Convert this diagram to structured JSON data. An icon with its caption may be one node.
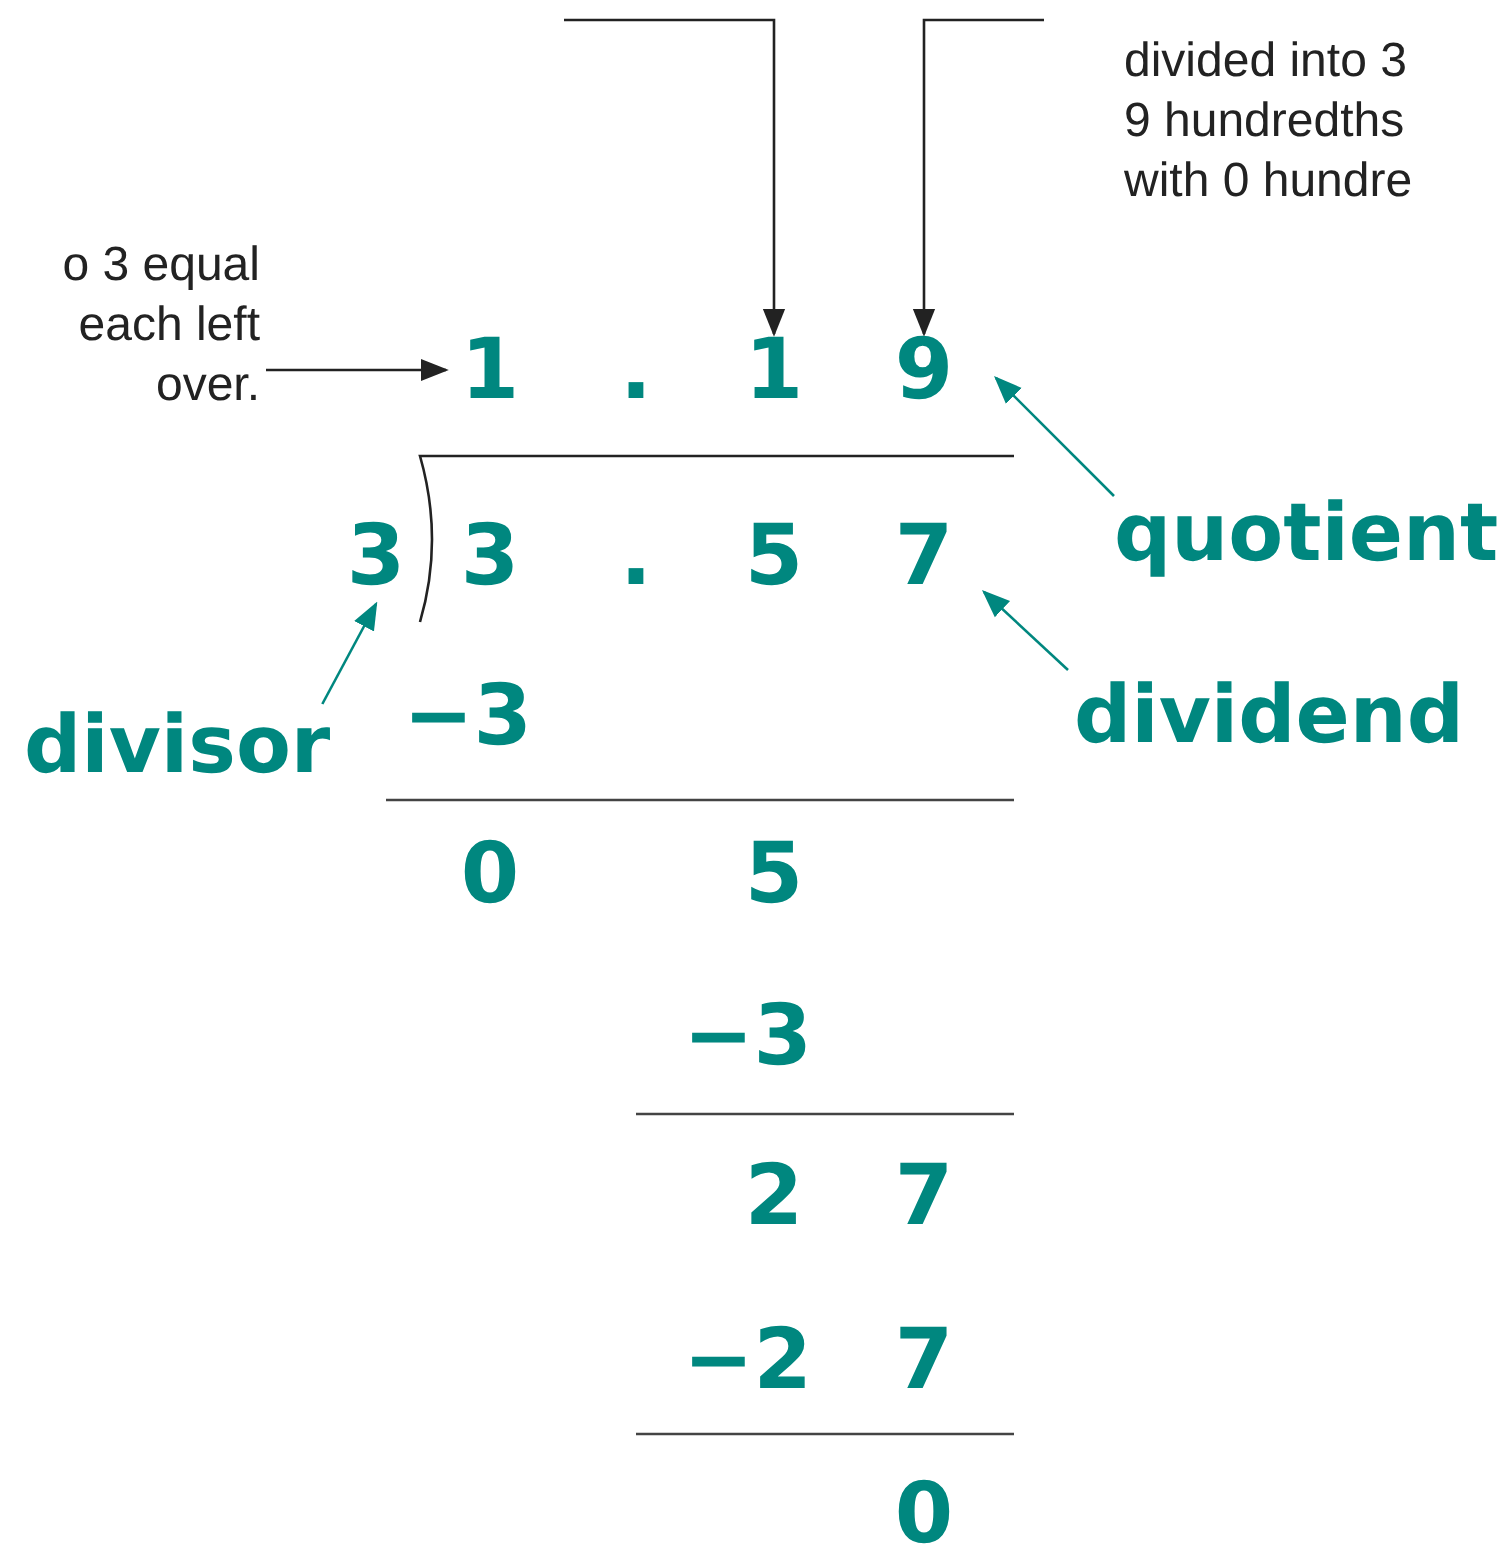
{
  "diagram": {
    "nodes": [
      {
        "text": [
          "o 3 equal each left over."
        ]
      },
      {
        "text": [
          "divided into 3 9 hundredths with 0 hundre"
        ]
      },
      {
        "text": [
          "1"
        ]
      },
      {
        "text": [
          "1"
        ]
      },
      {
        "text": [
          "9"
        ]
      },
      {
        "text": [
          "3"
        ]
      },
      {
        "text": [
          "7"
        ]
      },
      {
        "text": [
          "quotient"
        ]
      },
      {
        "text": [
          "dividend"
        ]
      },
      {
        "text": [
          "divisor"
        ]
      }
    ],
    "edges": [
      {
        "from": null,
        "to": 3,
        "arrow": "to",
        "color": "#222222"
      },
      {
        "from": 1,
        "to": 4,
        "arrow": "to",
        "color": "#222222"
      },
      {
        "from": 0,
        "to": 2,
        "arrow": "to",
        "color": "#222222"
      },
      {
        "from": 7,
        "to": 4,
        "arrow": "to",
        "color": "#00877f"
      },
      {
        "from": 8,
        "to": 6,
        "arrow": "to",
        "color": "#00877f"
      },
      {
        "from": 9,
        "to": 5,
        "arrow": "to",
        "color": "#00877f"
      }
    ],
    "labels": [
      ".",
      "3",
      ".",
      "5",
      "−3",
      "0",
      "5",
      "−3",
      "2",
      "7",
      "−2",
      "7",
      "0"
    ]
  }
}
